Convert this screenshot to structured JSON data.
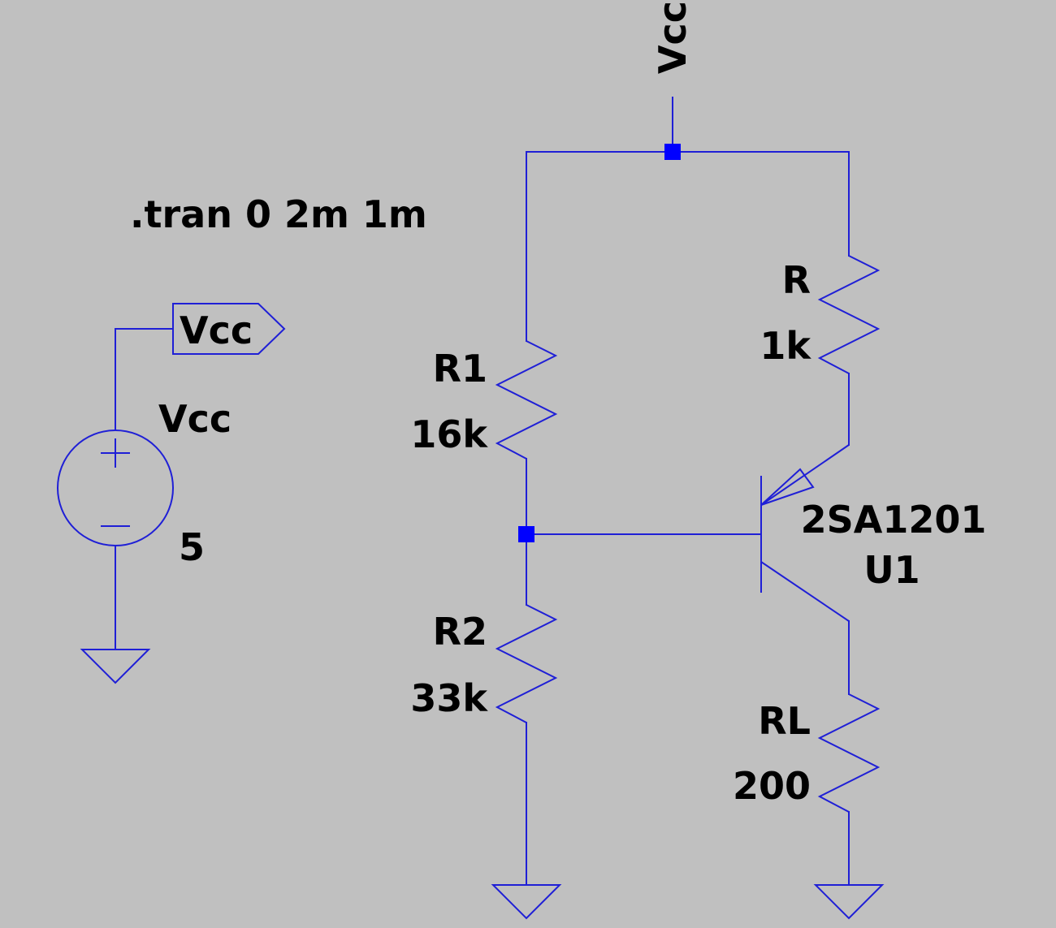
{
  "colors": {
    "background": "#c0c0c0",
    "wire": "#1f1fd6",
    "junction": "#0000ff",
    "text": "#000000"
  },
  "directive": ".tran 0 2m 1m",
  "net_labels": {
    "top_rail": "Vcc",
    "source_flag": "Vcc"
  },
  "source": {
    "name": "Vcc",
    "value": "5"
  },
  "resistors": {
    "r1": {
      "name": "R1",
      "value": "16k"
    },
    "r2": {
      "name": "R2",
      "value": "33k"
    },
    "rc": {
      "name": "R",
      "value": "1k"
    },
    "rl": {
      "name": "RL",
      "value": "200"
    }
  },
  "transistor": {
    "model": "2SA1201",
    "name": "U1"
  }
}
